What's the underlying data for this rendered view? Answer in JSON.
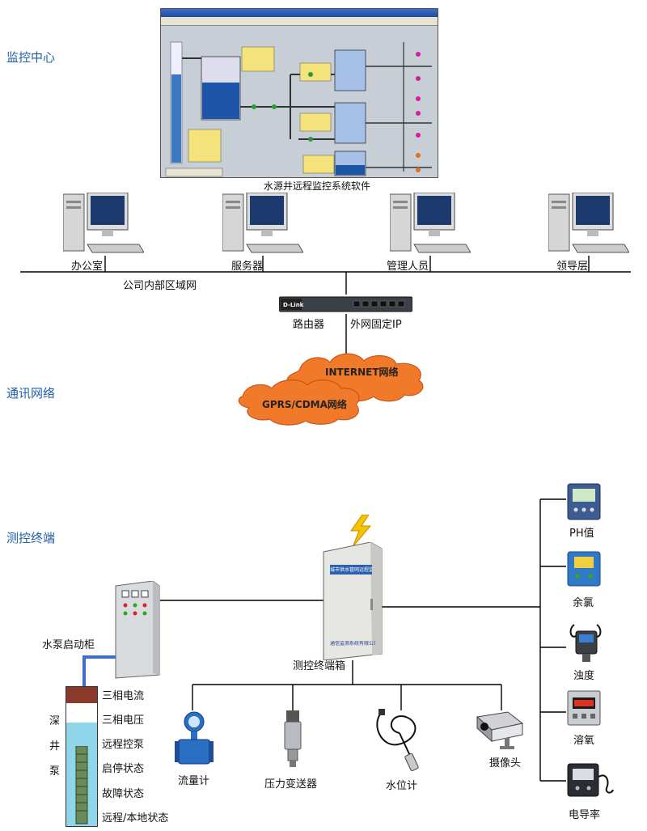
{
  "sections": {
    "monitor_center": "监控中心",
    "comm_network": "通讯网络",
    "terminal": "测控终端"
  },
  "software_caption": "水源井远程监控系统软件",
  "network": {
    "nodes": [
      "办公室",
      "服务器",
      "管理人员",
      "领导层"
    ],
    "lan_label": "公司内部区域网",
    "router_label": "路由器",
    "external_ip_label": "外网固定IP",
    "router_brand": "D-Link",
    "cloud_internet": "INTERNET网络",
    "cloud_gprs": "GPRS/CDMA网络"
  },
  "terminal": {
    "pump_cabinet_label": "水泵启动柜",
    "terminal_box_label": "测控终端箱",
    "box_sign_text": "城市供水管网远程监测系统",
    "box_bottom_text": "通信监测系统有限公司",
    "well_vertical_label": [
      "深",
      "井",
      "泵"
    ],
    "pump_signals": [
      "三相电流",
      "三相电压",
      "远程控泵",
      "启停状态",
      "故障状态",
      "远程/本地状态"
    ],
    "bottom_devices": [
      "流量计",
      "压力变送器",
      "水位计",
      "摄像头"
    ],
    "right_devices": [
      "PH值",
      "余氯",
      "浊度",
      "溶氧",
      "电导率"
    ]
  },
  "colors": {
    "section_title": "#1f5fa8",
    "cloud_fill": "#f07a2a",
    "cloud_stroke": "#c9561a",
    "well_water": "#8fd6ea",
    "well_top": "#8a3a2a",
    "pump_line": "#3b6fc9"
  }
}
